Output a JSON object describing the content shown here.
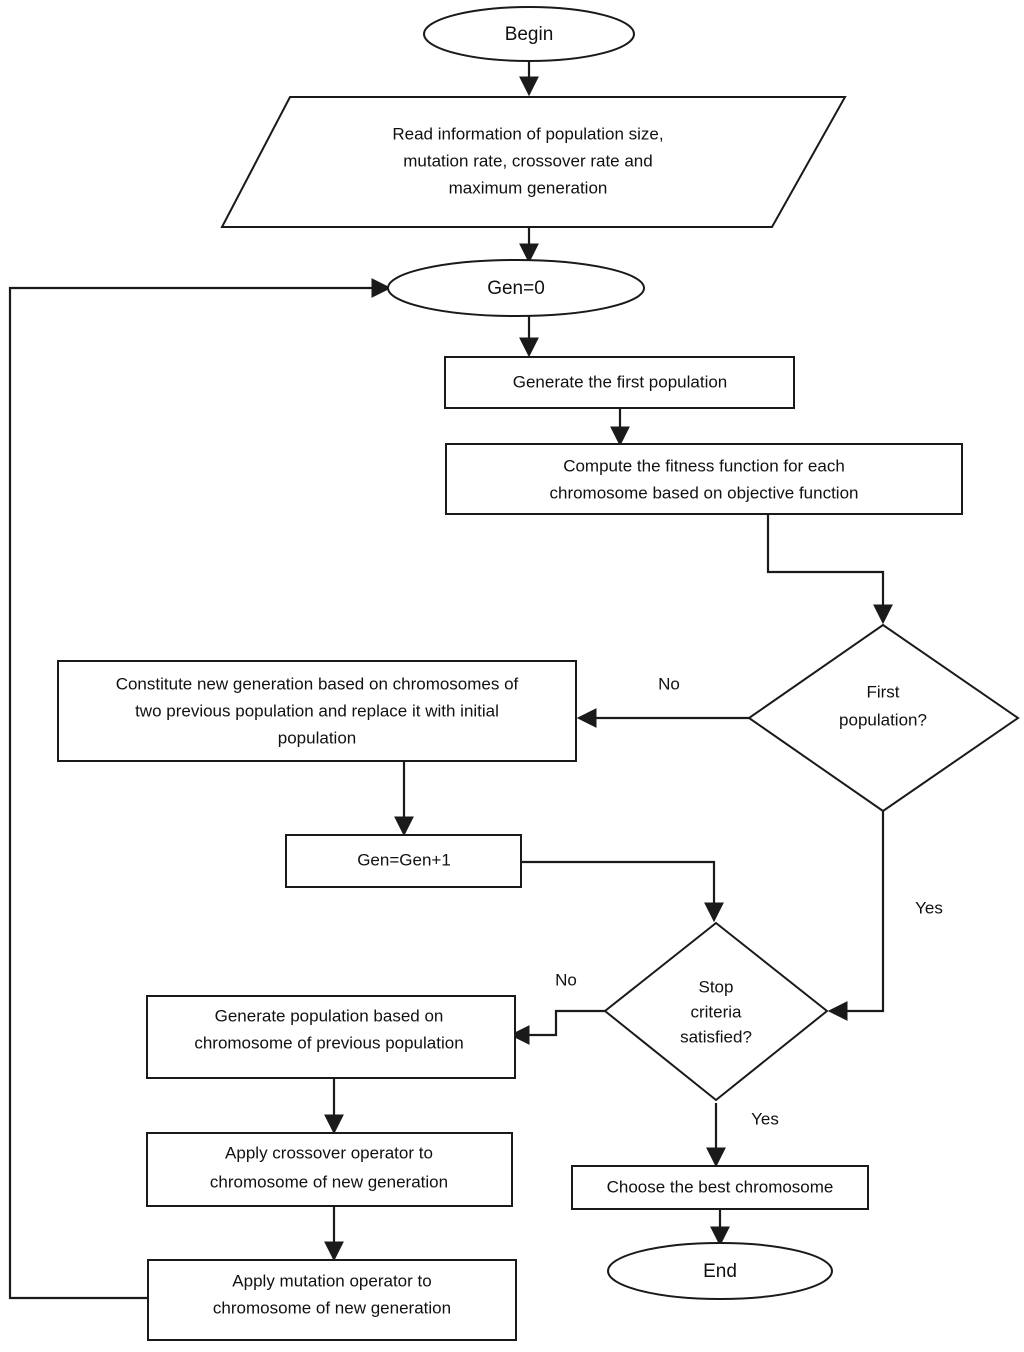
{
  "diagram": {
    "type": "flowchart",
    "title": "Genetic algorithm flowchart",
    "colors": {
      "background": "#ffffff",
      "stroke": "#1a1a1a",
      "text": "#111111",
      "fill": "#ffffff"
    },
    "nodes": [
      {
        "id": "begin",
        "shape": "ellipse",
        "label": "Begin"
      },
      {
        "id": "read",
        "shape": "parallelogram",
        "lines": [
          "Read information of population size,",
          "mutation rate, crossover rate and",
          "maximum generation"
        ]
      },
      {
        "id": "gen0",
        "shape": "ellipse",
        "label": "Gen=0"
      },
      {
        "id": "genfirst",
        "shape": "rectangle",
        "label": "Generate the first population"
      },
      {
        "id": "fitness",
        "shape": "rectangle",
        "lines": [
          "Compute the fitness function for each",
          "chromosome based on objective function"
        ]
      },
      {
        "id": "firstpop",
        "shape": "diamond",
        "lines": [
          "First",
          "population?"
        ]
      },
      {
        "id": "constitute",
        "shape": "rectangle",
        "lines": [
          "Constitute new generation based on chromosomes of",
          "two previous population and replace it with initial",
          "population"
        ]
      },
      {
        "id": "genplus",
        "shape": "rectangle",
        "label": "Gen=Gen+1"
      },
      {
        "id": "stop",
        "shape": "diamond",
        "lines": [
          "Stop",
          "criteria",
          "satisfied?"
        ]
      },
      {
        "id": "genpop",
        "shape": "rectangle",
        "lines": [
          "Generate population based on",
          "chromosome of previous population"
        ]
      },
      {
        "id": "crossover",
        "shape": "rectangle",
        "lines": [
          "Apply crossover operator to",
          "chromosome of new generation"
        ]
      },
      {
        "id": "mutation",
        "shape": "rectangle",
        "lines": [
          "Apply mutation operator to",
          "chromosome of new generation"
        ]
      },
      {
        "id": "best",
        "shape": "rectangle",
        "label": "Choose the best chromosome"
      },
      {
        "id": "end",
        "shape": "ellipse",
        "label": "End"
      }
    ],
    "edge_labels": {
      "firstpop_no": "No",
      "firstpop_yes": "Yes",
      "stop_no": "No",
      "stop_yes": "Yes"
    },
    "edges": [
      {
        "from": "begin",
        "to": "read",
        "label": ""
      },
      {
        "from": "read",
        "to": "gen0",
        "label": ""
      },
      {
        "from": "gen0",
        "to": "genfirst",
        "label": ""
      },
      {
        "from": "genfirst",
        "to": "fitness",
        "label": ""
      },
      {
        "from": "fitness",
        "to": "firstpop",
        "label": ""
      },
      {
        "from": "firstpop",
        "to": "constitute",
        "label": "No"
      },
      {
        "from": "firstpop",
        "to": "stop",
        "label": "Yes"
      },
      {
        "from": "constitute",
        "to": "genplus",
        "label": ""
      },
      {
        "from": "genplus",
        "to": "stop",
        "label": ""
      },
      {
        "from": "stop",
        "to": "genpop",
        "label": "No"
      },
      {
        "from": "stop",
        "to": "best",
        "label": "Yes"
      },
      {
        "from": "genpop",
        "to": "crossover",
        "label": ""
      },
      {
        "from": "crossover",
        "to": "mutation",
        "label": ""
      },
      {
        "from": "mutation",
        "to": "gen0",
        "label": ""
      },
      {
        "from": "best",
        "to": "end",
        "label": ""
      }
    ]
  }
}
